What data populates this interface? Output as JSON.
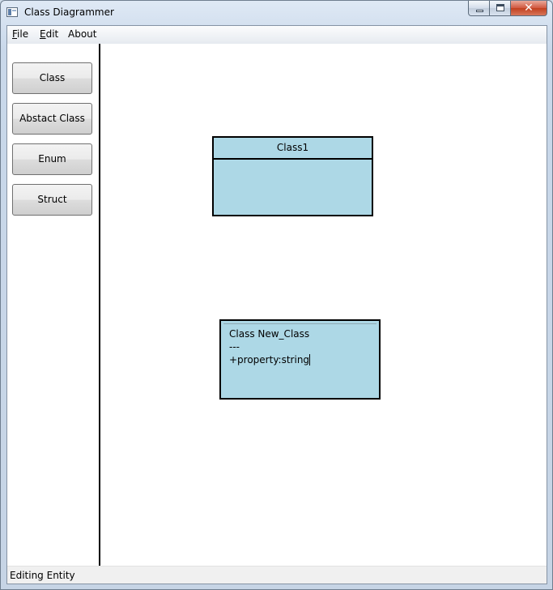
{
  "window": {
    "title": "Class Diagrammer",
    "close_glyph": "✕"
  },
  "menu": {
    "items": [
      {
        "label": "File",
        "access_key": "F",
        "rest": "ile"
      },
      {
        "label": "Edit",
        "access_key": "E",
        "rest": "dit"
      },
      {
        "label": "About",
        "access_key": "",
        "rest": "About"
      }
    ]
  },
  "toolbox": {
    "buttons": [
      {
        "label": "Class"
      },
      {
        "label": "Abstact Class"
      },
      {
        "label": "Enum"
      },
      {
        "label": "Struct"
      }
    ]
  },
  "canvas": {
    "class_box": {
      "name": "Class1"
    },
    "editing_box": {
      "lines": [
        "Class New_Class",
        "---",
        "+property:string"
      ]
    }
  },
  "status": {
    "text": "Editing Entity"
  },
  "colors": {
    "entity_fill": "#add8e6",
    "entity_border": "#000000"
  },
  "icons": [
    "app-icon",
    "minimize-icon",
    "maximize-icon",
    "close-icon"
  ]
}
